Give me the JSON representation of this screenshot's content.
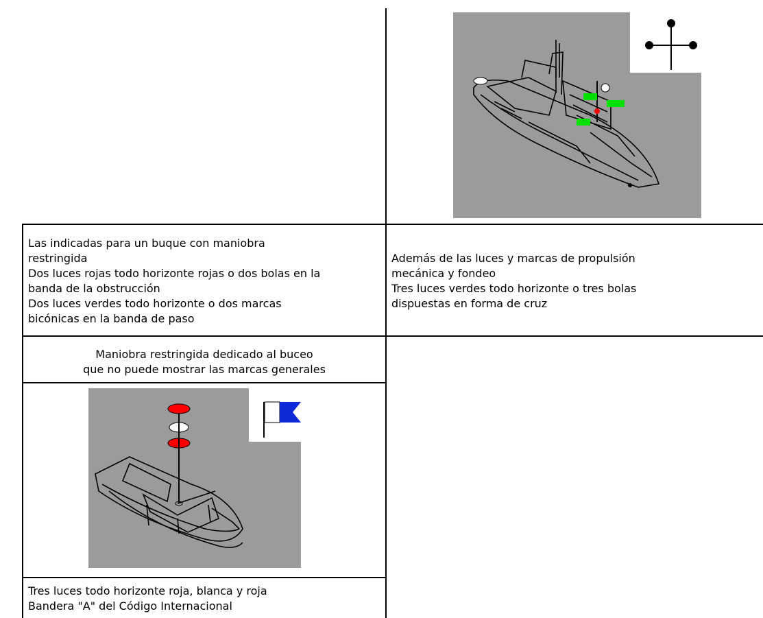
{
  "cells": {
    "top_right_icon": "three-balls-cross-icon",
    "row2_left_text": "Las indicadas para un buque con maniobra\nrestringida\nDos luces rojas todo horizonte rojas o dos bolas en la\nbanda de la obstrucción\nDos luces verdes todo horizonte o dos marcas\nbicónicas en la banda de paso",
    "row2_right_text": "Además de las luces y marcas de propulsión\nmecánica y fondeo\nTres luces verdes todo horizonte o tres bolas\ndispuestas en forma de cruz",
    "row3_left_title": "Maniobra restringida dedicado al buceo\nque no puede mostrar las marcas generales",
    "row4_left_text": "Tres luces todo horizonte roja, blanca y roja\nBandera \"A\" del Código Internacional"
  },
  "colors": {
    "image_bg": "#9b9b9b",
    "green_light": "#00e000",
    "red_light": "#ff0000",
    "white_light": "#ffffff",
    "flag_blue": "#1029d8"
  }
}
